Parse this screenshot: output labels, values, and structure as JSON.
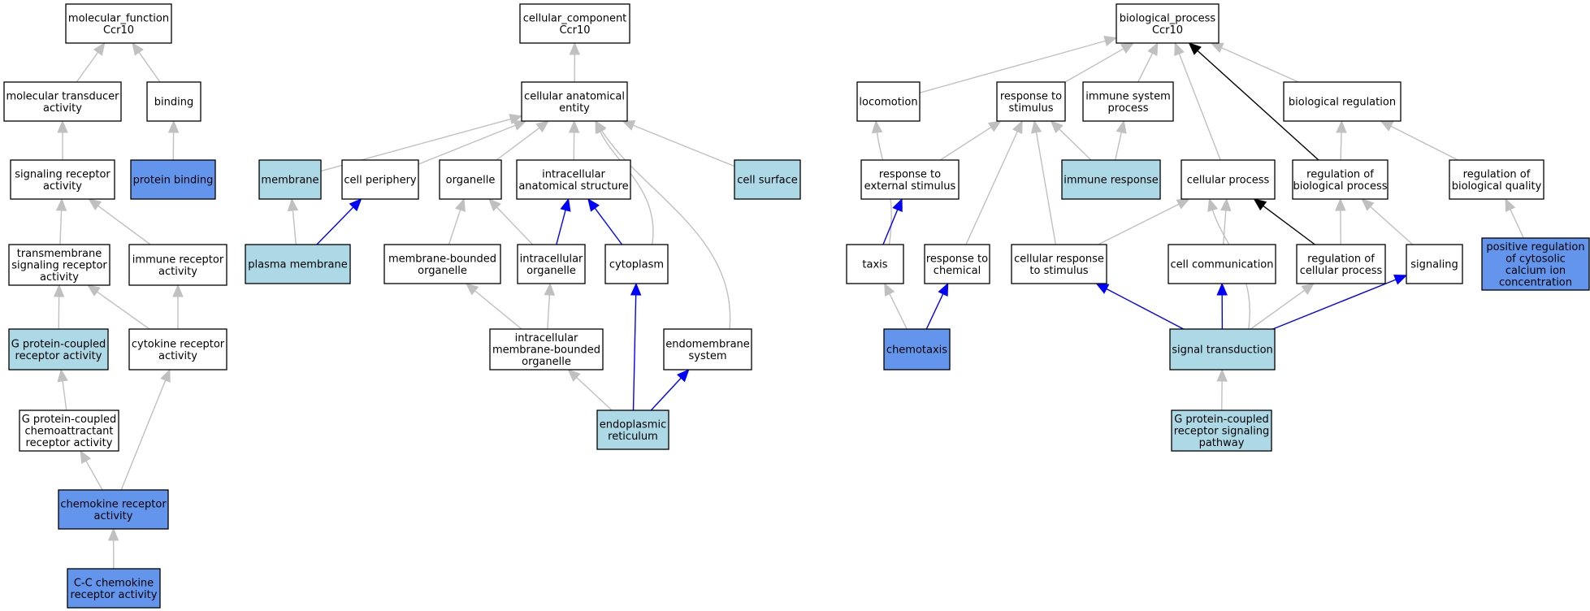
{
  "colors": {
    "white": "#ffffff",
    "light": "#add8e6",
    "dark": "#6495ed",
    "edge_gray": "#c0c0c0",
    "edge_black": "#000000",
    "edge_blue": "#0000ff"
  },
  "nodes": [
    {
      "id": "mf_root",
      "lines": [
        "molecular_function",
        "Ccr10"
      ],
      "fill": "white"
    },
    {
      "id": "mol_transducer",
      "lines": [
        "molecular transducer",
        "activity"
      ],
      "fill": "white"
    },
    {
      "id": "binding",
      "lines": [
        "binding"
      ],
      "fill": "white"
    },
    {
      "id": "sig_receptor",
      "lines": [
        "signaling receptor",
        "activity"
      ],
      "fill": "white"
    },
    {
      "id": "protein_binding",
      "lines": [
        "protein binding"
      ],
      "fill": "dark"
    },
    {
      "id": "tm_sig_receptor",
      "lines": [
        "transmembrane",
        "signaling receptor",
        "activity"
      ],
      "fill": "white"
    },
    {
      "id": "immune_receptor",
      "lines": [
        "immune receptor",
        "activity"
      ],
      "fill": "white"
    },
    {
      "id": "gpcr_activity",
      "lines": [
        "G protein-coupled",
        "receptor activity"
      ],
      "fill": "light"
    },
    {
      "id": "cytokine_receptor",
      "lines": [
        "cytokine receptor",
        "activity"
      ],
      "fill": "white"
    },
    {
      "id": "gpcr_chemo",
      "lines": [
        "G protein-coupled",
        "chemoattractant",
        "receptor activity"
      ],
      "fill": "white"
    },
    {
      "id": "chemokine_receptor",
      "lines": [
        "chemokine receptor",
        "activity"
      ],
      "fill": "dark"
    },
    {
      "id": "cc_chemokine",
      "lines": [
        "C-C chemokine",
        "receptor activity"
      ],
      "fill": "dark"
    },
    {
      "id": "cc_root",
      "lines": [
        "cellular_component",
        "Ccr10"
      ],
      "fill": "white"
    },
    {
      "id": "cell_anat",
      "lines": [
        "cellular anatomical",
        "entity"
      ],
      "fill": "white"
    },
    {
      "id": "membrane",
      "lines": [
        "membrane"
      ],
      "fill": "light"
    },
    {
      "id": "cell_periphery",
      "lines": [
        "cell periphery"
      ],
      "fill": "white"
    },
    {
      "id": "organelle",
      "lines": [
        "organelle"
      ],
      "fill": "white"
    },
    {
      "id": "intracell_anat",
      "lines": [
        "intracellular",
        "anatomical structure"
      ],
      "fill": "white"
    },
    {
      "id": "cell_surface",
      "lines": [
        "cell surface"
      ],
      "fill": "light"
    },
    {
      "id": "plasma_membrane",
      "lines": [
        "plasma membrane"
      ],
      "fill": "light"
    },
    {
      "id": "mb_organelle",
      "lines": [
        "membrane-bounded",
        "organelle"
      ],
      "fill": "white"
    },
    {
      "id": "ic_organelle",
      "lines": [
        "intracellular",
        "organelle"
      ],
      "fill": "white"
    },
    {
      "id": "cytoplasm",
      "lines": [
        "cytoplasm"
      ],
      "fill": "white"
    },
    {
      "id": "ic_mb_organelle",
      "lines": [
        "intracellular",
        "membrane-bounded",
        "organelle"
      ],
      "fill": "white"
    },
    {
      "id": "endomembrane",
      "lines": [
        "endomembrane",
        "system"
      ],
      "fill": "white"
    },
    {
      "id": "er",
      "lines": [
        "endoplasmic",
        "reticulum"
      ],
      "fill": "light"
    },
    {
      "id": "bp_root",
      "lines": [
        "biological_process",
        "Ccr10"
      ],
      "fill": "white"
    },
    {
      "id": "locomotion",
      "lines": [
        "locomotion"
      ],
      "fill": "white"
    },
    {
      "id": "resp_stim",
      "lines": [
        "response to",
        "stimulus"
      ],
      "fill": "white"
    },
    {
      "id": "immune_sys",
      "lines": [
        "immune system",
        "process"
      ],
      "fill": "white"
    },
    {
      "id": "bio_reg",
      "lines": [
        "biological regulation"
      ],
      "fill": "white"
    },
    {
      "id": "resp_ext",
      "lines": [
        "response to",
        "external stimulus"
      ],
      "fill": "white"
    },
    {
      "id": "immune_resp",
      "lines": [
        "immune response"
      ],
      "fill": "light"
    },
    {
      "id": "cell_proc",
      "lines": [
        "cellular process"
      ],
      "fill": "white"
    },
    {
      "id": "reg_bio_proc",
      "lines": [
        "regulation of",
        "biological process"
      ],
      "fill": "white"
    },
    {
      "id": "reg_bio_qual",
      "lines": [
        "regulation of",
        "biological quality"
      ],
      "fill": "white"
    },
    {
      "id": "taxis",
      "lines": [
        "taxis"
      ],
      "fill": "white"
    },
    {
      "id": "resp_chem",
      "lines": [
        "response to",
        "chemical"
      ],
      "fill": "white"
    },
    {
      "id": "cell_resp_stim",
      "lines": [
        "cellular response",
        "to stimulus"
      ],
      "fill": "white"
    },
    {
      "id": "cell_comm",
      "lines": [
        "cell communication"
      ],
      "fill": "white"
    },
    {
      "id": "reg_cell_proc",
      "lines": [
        "regulation of",
        "cellular process"
      ],
      "fill": "white"
    },
    {
      "id": "signaling",
      "lines": [
        "signaling"
      ],
      "fill": "white"
    },
    {
      "id": "pos_reg_ca",
      "lines": [
        "positive regulation",
        "of cytosolic",
        "calcium ion",
        "concentration"
      ],
      "fill": "dark"
    },
    {
      "id": "chemotaxis",
      "lines": [
        "chemotaxis"
      ],
      "fill": "dark"
    },
    {
      "id": "sig_trans",
      "lines": [
        "signal transduction"
      ],
      "fill": "light"
    },
    {
      "id": "gpcr_pathway",
      "lines": [
        "G protein-coupled",
        "receptor signaling",
        "pathway"
      ],
      "fill": "light"
    }
  ],
  "edges": [
    {
      "from": "mol_transducer",
      "to": "mf_root",
      "color": "edge_gray"
    },
    {
      "from": "binding",
      "to": "mf_root",
      "color": "edge_gray"
    },
    {
      "from": "sig_receptor",
      "to": "mol_transducer",
      "color": "edge_gray"
    },
    {
      "from": "protein_binding",
      "to": "binding",
      "color": "edge_gray"
    },
    {
      "from": "tm_sig_receptor",
      "to": "sig_receptor",
      "color": "edge_gray"
    },
    {
      "from": "immune_receptor",
      "to": "sig_receptor",
      "color": "edge_gray"
    },
    {
      "from": "gpcr_activity",
      "to": "tm_sig_receptor",
      "color": "edge_gray"
    },
    {
      "from": "cytokine_receptor",
      "to": "tm_sig_receptor",
      "color": "edge_gray"
    },
    {
      "from": "cytokine_receptor",
      "to": "immune_receptor",
      "color": "edge_gray"
    },
    {
      "from": "gpcr_chemo",
      "to": "gpcr_activity",
      "color": "edge_gray"
    },
    {
      "from": "chemokine_receptor",
      "to": "gpcr_chemo",
      "color": "edge_gray"
    },
    {
      "from": "chemokine_receptor",
      "to": "cytokine_receptor",
      "color": "edge_gray"
    },
    {
      "from": "cc_chemokine",
      "to": "chemokine_receptor",
      "color": "edge_gray"
    },
    {
      "from": "cell_anat",
      "to": "cc_root",
      "color": "edge_gray"
    },
    {
      "from": "membrane",
      "to": "cell_anat",
      "color": "edge_gray"
    },
    {
      "from": "cell_periphery",
      "to": "cell_anat",
      "color": "edge_gray"
    },
    {
      "from": "organelle",
      "to": "cell_anat",
      "color": "edge_gray"
    },
    {
      "from": "intracell_anat",
      "to": "cell_anat",
      "color": "edge_gray"
    },
    {
      "from": "cell_surface",
      "to": "cell_anat",
      "color": "edge_gray"
    },
    {
      "from": "plasma_membrane",
      "to": "membrane",
      "color": "edge_gray"
    },
    {
      "from": "plasma_membrane",
      "to": "cell_periphery",
      "color": "edge_blue"
    },
    {
      "from": "mb_organelle",
      "to": "organelle",
      "color": "edge_gray"
    },
    {
      "from": "ic_organelle",
      "to": "organelle",
      "color": "edge_gray"
    },
    {
      "from": "ic_organelle",
      "to": "intracell_anat",
      "color": "edge_blue"
    },
    {
      "from": "cytoplasm",
      "to": "intracell_anat",
      "color": "edge_blue"
    },
    {
      "from": "cytoplasm",
      "to": "cell_anat",
      "color": "edge_gray",
      "curve": "up"
    },
    {
      "from": "endomembrane",
      "to": "cell_anat",
      "color": "edge_gray",
      "curve": "up"
    },
    {
      "from": "ic_mb_organelle",
      "to": "mb_organelle",
      "color": "edge_gray"
    },
    {
      "from": "ic_mb_organelle",
      "to": "ic_organelle",
      "color": "edge_gray"
    },
    {
      "from": "er",
      "to": "ic_mb_organelle",
      "color": "edge_gray"
    },
    {
      "from": "er",
      "to": "cytoplasm",
      "color": "edge_blue"
    },
    {
      "from": "er",
      "to": "endomembrane",
      "color": "edge_blue"
    },
    {
      "from": "locomotion",
      "to": "bp_root",
      "color": "edge_gray"
    },
    {
      "from": "resp_stim",
      "to": "bp_root",
      "color": "edge_gray"
    },
    {
      "from": "immune_sys",
      "to": "bp_root",
      "color": "edge_gray"
    },
    {
      "from": "bio_reg",
      "to": "bp_root",
      "color": "edge_gray"
    },
    {
      "from": "cell_proc",
      "to": "bp_root",
      "color": "edge_gray"
    },
    {
      "from": "reg_bio_proc",
      "to": "bp_root",
      "color": "edge_black"
    },
    {
      "from": "resp_ext",
      "to": "resp_stim",
      "color": "edge_gray"
    },
    {
      "from": "immune_resp",
      "to": "resp_stim",
      "color": "edge_gray"
    },
    {
      "from": "immune_resp",
      "to": "immune_sys",
      "color": "edge_gray"
    },
    {
      "from": "reg_bio_proc",
      "to": "bio_reg",
      "color": "edge_gray"
    },
    {
      "from": "reg_bio_qual",
      "to": "bio_reg",
      "color": "edge_gray"
    },
    {
      "from": "taxis",
      "to": "locomotion",
      "color": "edge_gray",
      "curve": "up"
    },
    {
      "from": "taxis",
      "to": "resp_ext",
      "color": "edge_blue"
    },
    {
      "from": "resp_chem",
      "to": "resp_stim",
      "color": "edge_gray"
    },
    {
      "from": "cell_resp_stim",
      "to": "resp_stim",
      "color": "edge_gray"
    },
    {
      "from": "cell_resp_stim",
      "to": "cell_proc",
      "color": "edge_gray"
    },
    {
      "from": "cell_comm",
      "to": "cell_proc",
      "color": "edge_gray"
    },
    {
      "from": "reg_cell_proc",
      "to": "cell_proc",
      "color": "edge_black"
    },
    {
      "from": "reg_cell_proc",
      "to": "reg_bio_proc",
      "color": "edge_gray"
    },
    {
      "from": "signaling",
      "to": "reg_bio_proc",
      "color": "edge_gray"
    },
    {
      "from": "pos_reg_ca",
      "to": "reg_bio_qual",
      "color": "edge_gray"
    },
    {
      "from": "chemotaxis",
      "to": "taxis",
      "color": "edge_gray"
    },
    {
      "from": "chemotaxis",
      "to": "resp_chem",
      "color": "edge_blue"
    },
    {
      "from": "sig_trans",
      "to": "cell_resp_stim",
      "color": "edge_blue"
    },
    {
      "from": "sig_trans",
      "to": "cell_comm",
      "color": "edge_blue"
    },
    {
      "from": "sig_trans",
      "to": "reg_cell_proc",
      "color": "edge_gray"
    },
    {
      "from": "sig_trans",
      "to": "signaling",
      "color": "edge_blue"
    },
    {
      "from": "sig_trans",
      "to": "cell_proc",
      "color": "edge_gray",
      "curve": "up"
    },
    {
      "from": "gpcr_pathway",
      "to": "sig_trans",
      "color": "edge_gray"
    }
  ]
}
